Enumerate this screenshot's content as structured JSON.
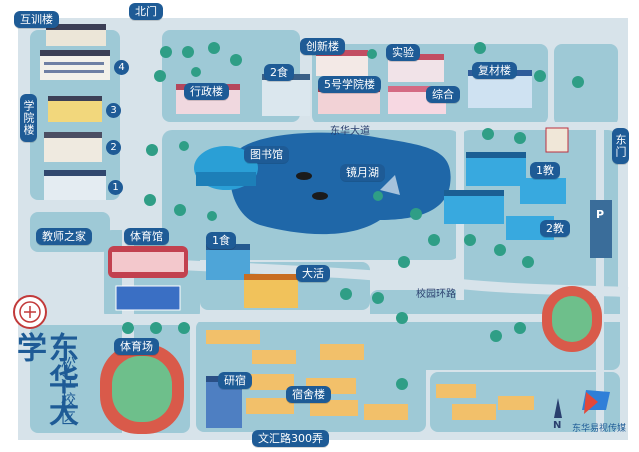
{
  "campus_title": "东华大学",
  "campus_subtitle": "松江校区",
  "brand": "东华易视传媒",
  "compass_label": "N",
  "parking_label": "P",
  "gates": {
    "north": "北门",
    "east": "东门"
  },
  "places": {
    "training": "互训楼",
    "college_left": "学院楼",
    "teacher_home": "教师之家",
    "gym": "体育馆",
    "canteen1": "1食",
    "canteen2": "2食",
    "admin": "行政楼",
    "library": "图书馆",
    "innovation": "创新楼",
    "college5": "5号学院楼",
    "lab": "实验",
    "comprehensive": "综合",
    "fuchuang": "复材楼",
    "lake": "镜月湖",
    "teach1": "1教",
    "teach2": "2教",
    "dahuo": "大活",
    "stadium": "体育场",
    "grad_dorm": "研宿",
    "dorm": "宿舍楼"
  },
  "college_numbers": [
    "1",
    "2",
    "3",
    "4"
  ],
  "roads": {
    "donghua_avenue": "东华大道",
    "ring_road": "校园环路",
    "wenhui_road": "文汇路300弄"
  },
  "colors": {
    "road": "#d7e3ea",
    "ground": "#9ec9d6",
    "water": "#1f67a8",
    "label": "#1e5b96",
    "tree": "#2f9e86",
    "track": "#d95a4a",
    "field": "#6ebf8b"
  }
}
